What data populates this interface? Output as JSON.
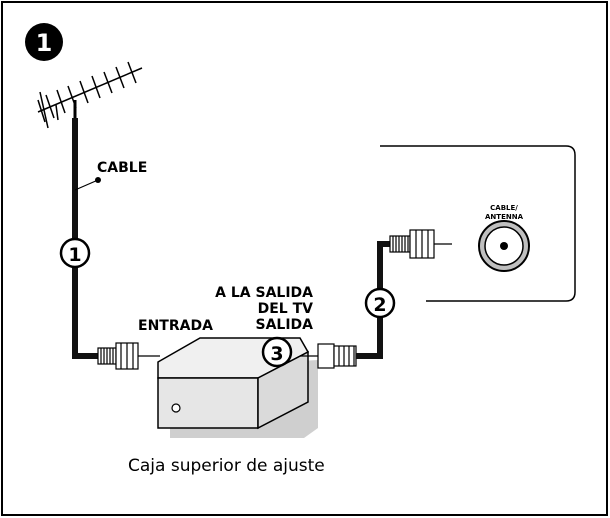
{
  "step_number": "1",
  "labels": {
    "cable": "CABLE",
    "a_la_salida": "A LA SALIDA",
    "del_tv": "DEL TV",
    "salida": "SALIDA",
    "entrada": "ENTRADA",
    "cable_antenna_line1": "CABLE/",
    "cable_antenna_line2": "ANTENNA",
    "caption": "Caja superior de ajuste"
  },
  "callouts": {
    "c1": "1",
    "c2": "2",
    "c3": "3"
  },
  "colors": {
    "line": "#000000",
    "shadow": "#c8c8c8",
    "box": "#e4e4e4",
    "cable": "#111111"
  }
}
